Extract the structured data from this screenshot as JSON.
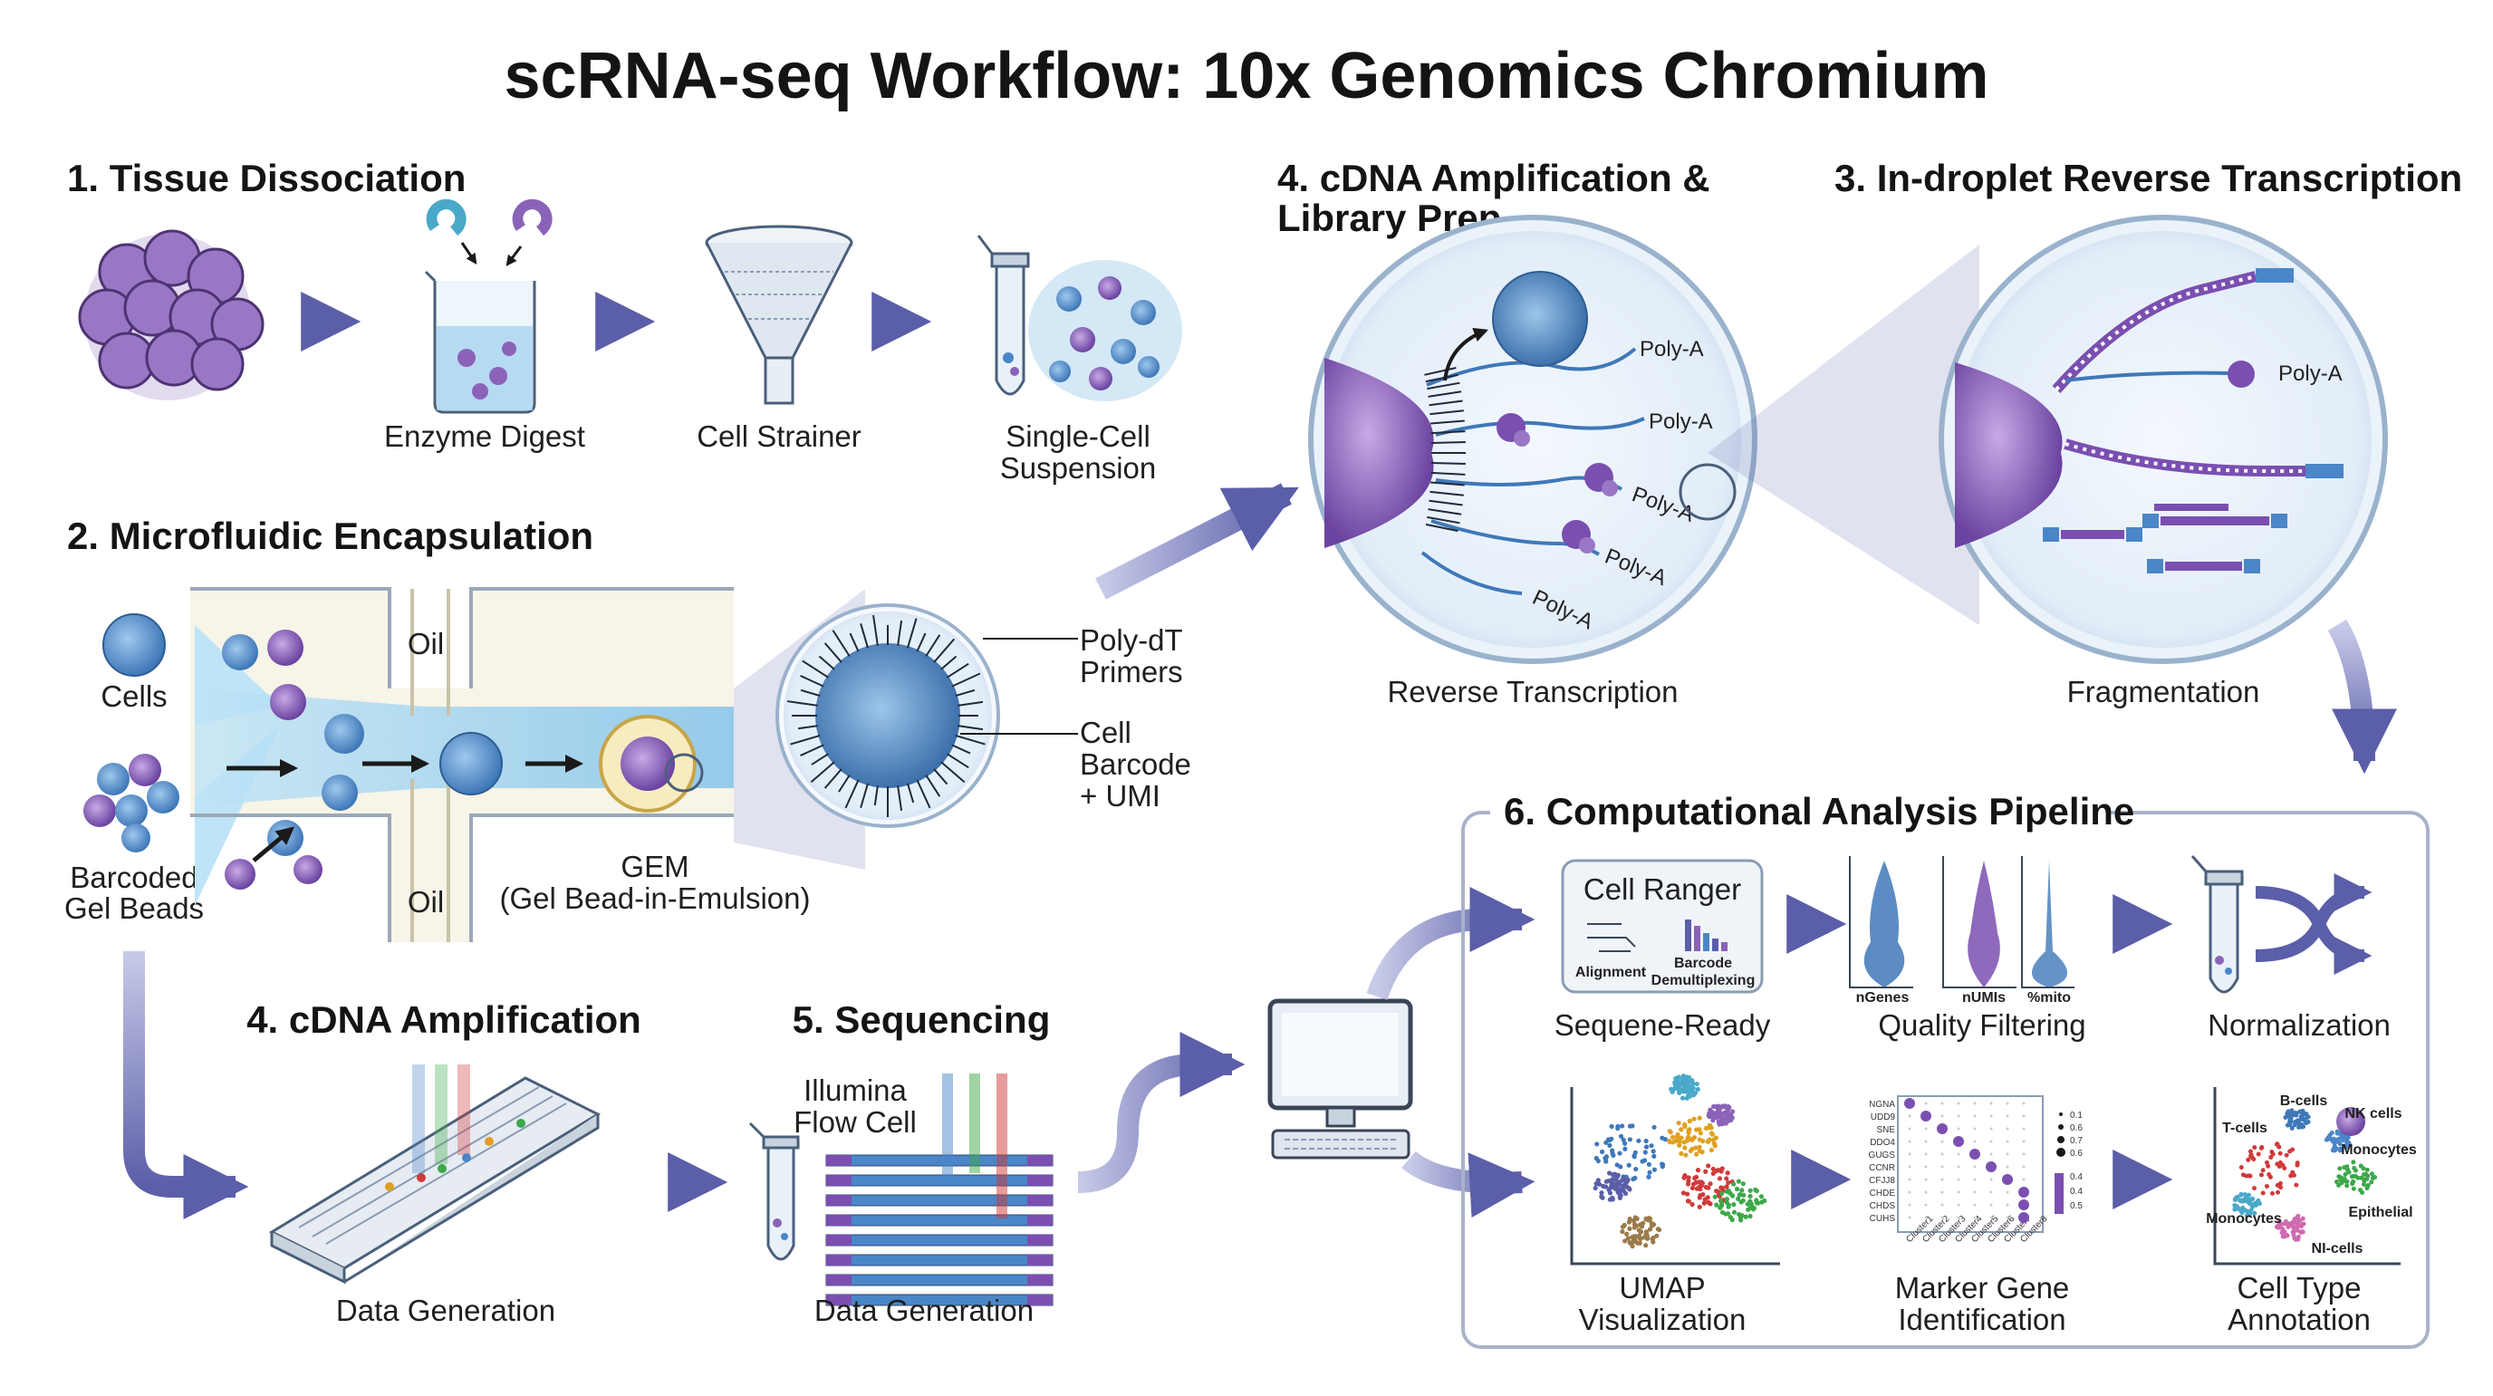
{
  "title": "scRNA-seq Workflow: 10x Genomics Chromium",
  "colors": {
    "arrow": "#5b5ea8",
    "cell_purple": "#8a63b8",
    "cell_blue": "#4a86c8",
    "fluid_blue": "#7cc0ea",
    "bead_purple": "#7a4fb0",
    "panel_border": "#a9b3c8"
  },
  "step1": {
    "heading": "1. Tissue Dissociation",
    "labels": [
      "Enzyme Digest",
      "Cell Strainer",
      "Single-Cell",
      "Suspension"
    ]
  },
  "step2": {
    "heading": "2. Microfluidic Encapsulation",
    "cells": "Cells",
    "beads_line1": "Barcoded",
    "beads_line2": "Gel Beads",
    "oil_top": "Oil",
    "oil_bottom": "Oil",
    "gem_line1": "GEM",
    "gem_line2": "(Gel Bead-in-Emulsion)",
    "polydt_line1": "Poly-dT",
    "polydt_line2": "Primers",
    "barcode_line1": "Cell",
    "barcode_line2": "Barcode",
    "barcode_line3": "+ UMI"
  },
  "step4_top": {
    "heading_line1": "4. cDNA Amplification &",
    "heading_line2": "Library Prep",
    "polya": [
      "Poly-A",
      "Poly-A",
      "Poly-A",
      "Poly-A",
      "Poly-A"
    ],
    "caption": "Reverse Transcription"
  },
  "step3": {
    "heading": "3. In-droplet Reverse Transcription",
    "polya": "Poly-A",
    "caption": "Fragmentation"
  },
  "step4_bottom": {
    "heading": "4. cDNA Amplification",
    "caption": "Data Generation"
  },
  "step5": {
    "heading": "5. Sequencing",
    "illumina_line1": "Illumina",
    "illumina_line2": "Flow Cell",
    "caption": "Data Generation"
  },
  "step6": {
    "heading": "6. Computational Analysis Pipeline",
    "cellranger_title": "Cell Ranger",
    "cellranger_alignment": "Alignment",
    "cellranger_barcode_line1": "Barcode",
    "cellranger_barcode_line2": "Demultiplexing",
    "cellranger_caption": "Sequene-Ready",
    "qc_labels": [
      "nGenes",
      "nUMIs",
      "%mito"
    ],
    "qc_caption": "Quality Filtering",
    "norm_caption": "Normalization",
    "umap_line1": "UMAP",
    "umap_line2": "Visualization",
    "marker_line1": "Marker Gene",
    "marker_line2": "Identification",
    "celltype_line1": "Cell Type",
    "celltype_line2": "Annotation",
    "celltypes": [
      "B-cells",
      "NK cells",
      "T-cells",
      "Monocytes",
      "Epithelial",
      "Monocytes",
      "NI-cells"
    ],
    "marker_genes": [
      "NGNA",
      "UDD9",
      "SNE",
      "DDO4",
      "GUGS",
      "CCNR",
      "CFJJ8",
      "CHDE",
      "CHDS",
      "CUHS"
    ],
    "marker_clusters": [
      "Cluster1",
      "Cluster2",
      "Cluster3",
      "Cluster4",
      "Cluster5",
      "Cluster6",
      "Cluster7",
      "Cluster8"
    ],
    "marker_dot_legend": [
      "0.1",
      "0.6",
      "0.7",
      "0.6"
    ],
    "marker_color_legend": [
      "0.4",
      "0.4",
      "0.5"
    ]
  }
}
